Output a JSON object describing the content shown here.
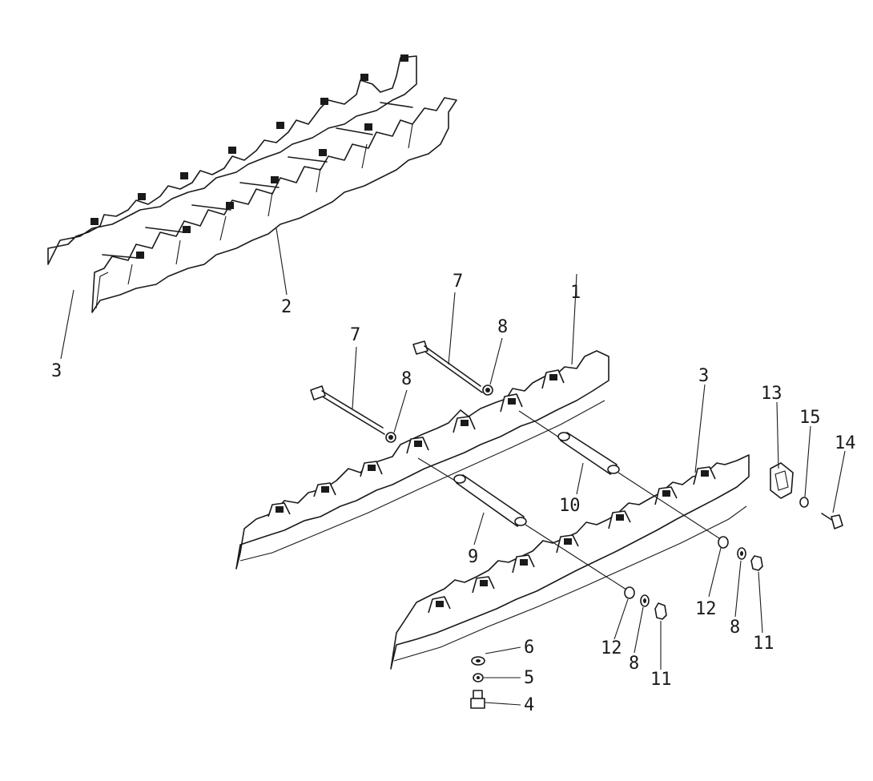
{
  "diagram": {
    "callouts": [
      {
        "id": "c1",
        "label": "1"
      },
      {
        "id": "c2",
        "label": "2"
      },
      {
        "id": "c3a",
        "label": "3"
      },
      {
        "id": "c3b",
        "label": "3"
      },
      {
        "id": "c4",
        "label": "4"
      },
      {
        "id": "c5",
        "label": "5"
      },
      {
        "id": "c6",
        "label": "6"
      },
      {
        "id": "c7a",
        "label": "7"
      },
      {
        "id": "c7b",
        "label": "7"
      },
      {
        "id": "c8a",
        "label": "8"
      },
      {
        "id": "c8b",
        "label": "8"
      },
      {
        "id": "c8c",
        "label": "8"
      },
      {
        "id": "c8d",
        "label": "8"
      },
      {
        "id": "c9",
        "label": "9"
      },
      {
        "id": "c10",
        "label": "10"
      },
      {
        "id": "c11a",
        "label": "11"
      },
      {
        "id": "c11b",
        "label": "11"
      },
      {
        "id": "c12a",
        "label": "12"
      },
      {
        "id": "c12b",
        "label": "12"
      },
      {
        "id": "c13",
        "label": "13"
      },
      {
        "id": "c14",
        "label": "14"
      },
      {
        "id": "c15",
        "label": "15"
      }
    ]
  }
}
